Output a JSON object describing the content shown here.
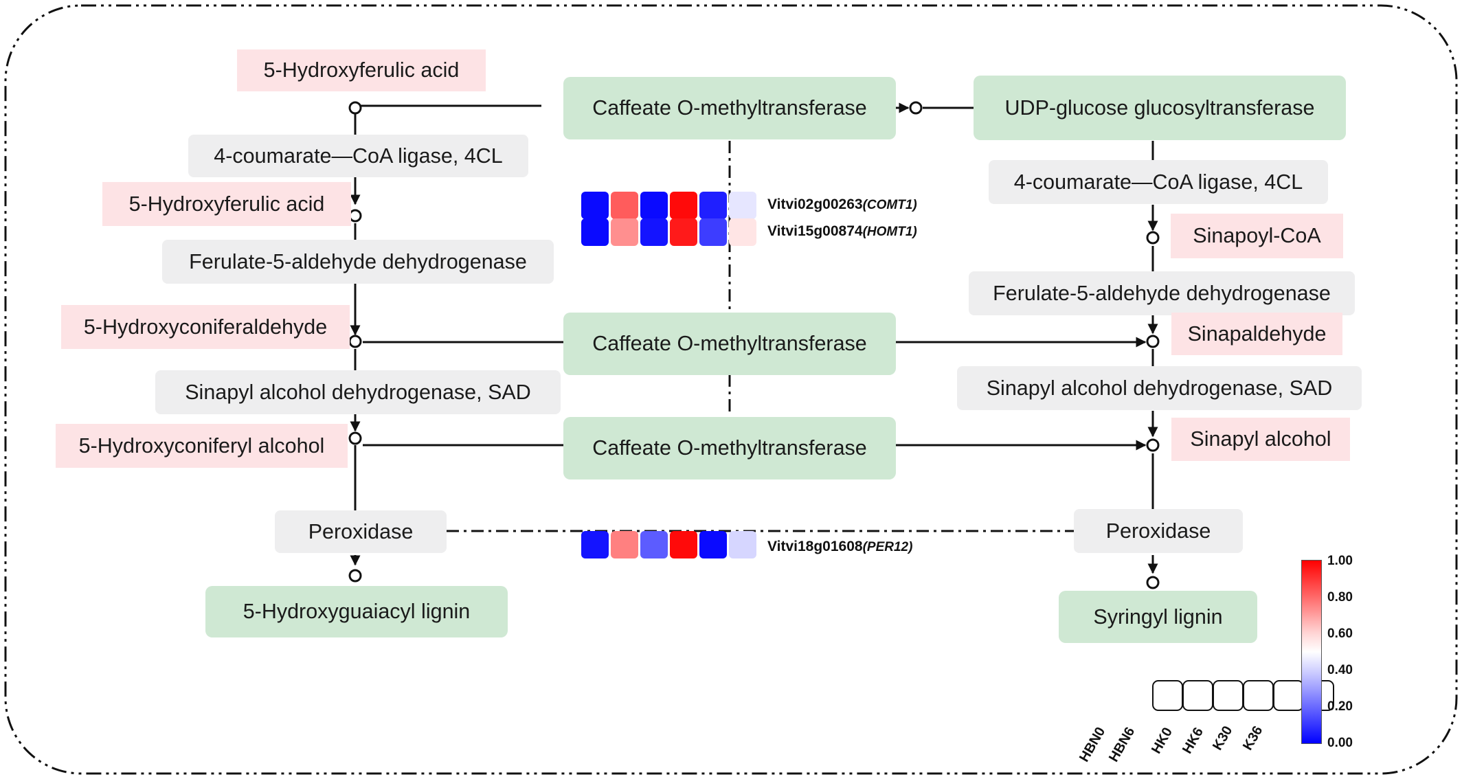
{
  "left_pathway": {
    "compounds": [
      "5-Hydroxyferulic acid",
      "5-Hydroxyferulic acid",
      "5-Hydroxyconiferaldehyde",
      "5-Hydroxyconiferyl alcohol"
    ],
    "enzymes": [
      "4-coumarate—CoA ligase, 4CL",
      "Ferulate-5-aldehyde dehydrogenase",
      "Sinapyl alcohol dehydrogenase, SAD",
      "Peroxidase"
    ],
    "product": "5-Hydroxyguaiacyl lignin"
  },
  "middle": {
    "comt_labels": [
      "Caffeate O-methyltransferase",
      "Caffeate O-methyltransferase",
      "Caffeate O-methyltransferase"
    ]
  },
  "right_pathway": {
    "top_enzyme": "UDP-glucose glucosyltransferase",
    "compounds": [
      "Sinapoyl-CoA",
      "Sinapaldehyde",
      "Sinapyl alcohol"
    ],
    "enzymes": [
      "4-coumarate—CoA ligase, 4CL",
      "Ferulate-5-aldehyde dehydrogenase",
      "Sinapyl alcohol dehydrogenase, SAD",
      "Peroxidase"
    ],
    "product": "Syringyl lignin"
  },
  "heatmap": {
    "genes": [
      {
        "id": "Vitvi02g00263",
        "name": "(COMT1)",
        "values": [
          0.02,
          0.82,
          0.02,
          0.98,
          0.06,
          0.45
        ]
      },
      {
        "id": "Vitvi15g00874",
        "name": "(HOMT1)",
        "values": [
          0.02,
          0.72,
          0.04,
          0.95,
          0.12,
          0.55
        ]
      },
      {
        "id": "Vitvi18g01608",
        "name": "(PER12)",
        "values": [
          0.04,
          0.75,
          0.18,
          0.98,
          0.02,
          0.42
        ]
      }
    ],
    "samples": [
      "HBN0",
      "HBN6",
      "HK0",
      "HK6",
      "K30",
      "K36"
    ],
    "colorbar": {
      "ticks": [
        "1.00",
        "0.80",
        "0.60",
        "0.40",
        "0.20",
        "0.00"
      ],
      "high_color": "#ff0000",
      "mid_color": "#ffffff",
      "low_color": "#0000ff"
    }
  },
  "colors": {
    "compound": "#fde3e5",
    "enzyme": "#eeeeef",
    "highlight_enzyme": "#cfe8d3"
  }
}
